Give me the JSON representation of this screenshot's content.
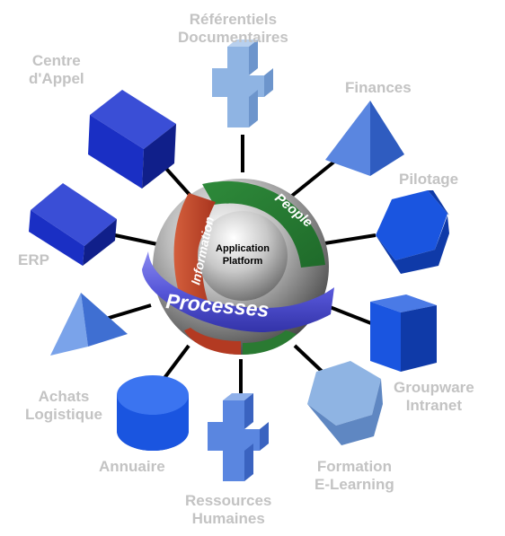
{
  "hub": {
    "center_line1": "Application",
    "center_line2": "Platform",
    "ring_people": "People",
    "ring_information": "Information",
    "ring_processes": "Processes"
  },
  "nodes": {
    "referentiels": {
      "line1": "Référentiels",
      "line2": "Documentaires",
      "shape": "cross",
      "color": "#8fb4e3"
    },
    "centre_appel": {
      "line1": "Centre",
      "line2": "d'Appel",
      "shape": "cube",
      "color": "#1a2fc4"
    },
    "finances": {
      "line1": "Finances",
      "shape": "pyramid",
      "color": "#5a86e0"
    },
    "pilotage": {
      "line1": "Pilotage",
      "shape": "pentagon-prism",
      "color": "#1a55e0"
    },
    "erp": {
      "line1": "ERP",
      "shape": "cube",
      "color": "#1a2fc4"
    },
    "groupware": {
      "line1": "Groupware",
      "line2": "Intranet",
      "shape": "cube",
      "color": "#1a55e0"
    },
    "achats": {
      "line1": "Achats",
      "line2": "Logistique",
      "shape": "pyramid",
      "color": "#5a86e0"
    },
    "formation": {
      "line1": "Formation",
      "line2": "E-Learning",
      "shape": "pentagon-prism",
      "color": "#8fb4e3"
    },
    "annuaire": {
      "line1": "Annuaire",
      "shape": "cylinder",
      "color": "#1a55e0"
    },
    "ressources": {
      "line1": "Ressources",
      "line2": "Humaines",
      "shape": "cross",
      "color": "#5a86e0"
    }
  }
}
